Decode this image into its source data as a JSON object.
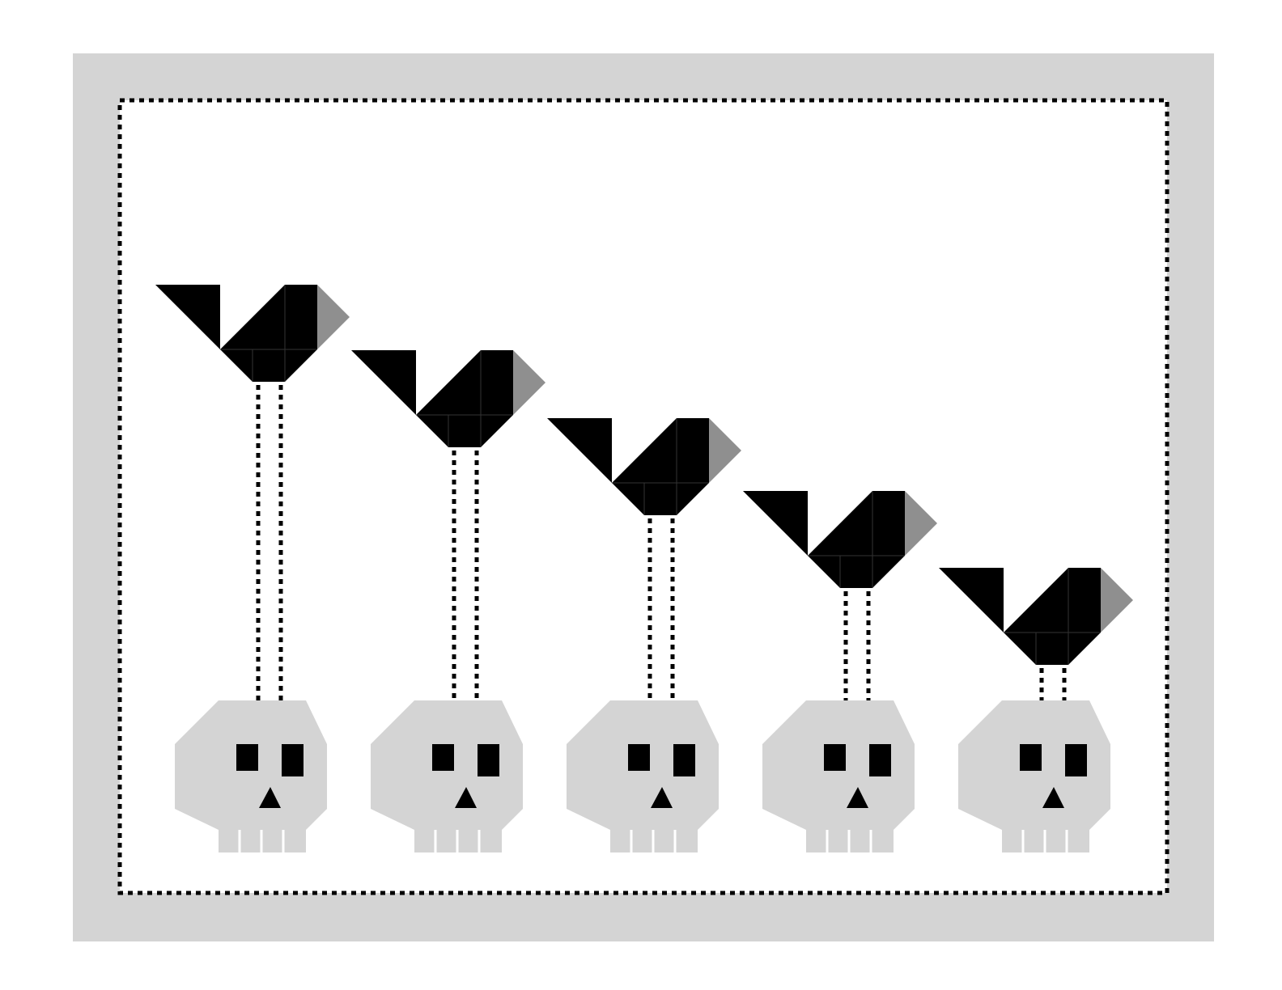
{
  "colors": {
    "page": "#ffffff",
    "border": "#d4d4d4",
    "panel": "#ffffff",
    "stitch": "#000000",
    "crow_body": "#000000",
    "crow_beak": "#8f8f8f",
    "skull": "#d4d4d4",
    "skull_features": "#000000",
    "seam": "#efefef"
  },
  "motifs": {
    "crow": "crow-icon",
    "skull": "skull-icon",
    "legs": "dotted-leg-lines"
  },
  "figures": [
    {
      "id": 1
    },
    {
      "id": 2
    },
    {
      "id": 3
    },
    {
      "id": 4
    },
    {
      "id": 5
    }
  ]
}
